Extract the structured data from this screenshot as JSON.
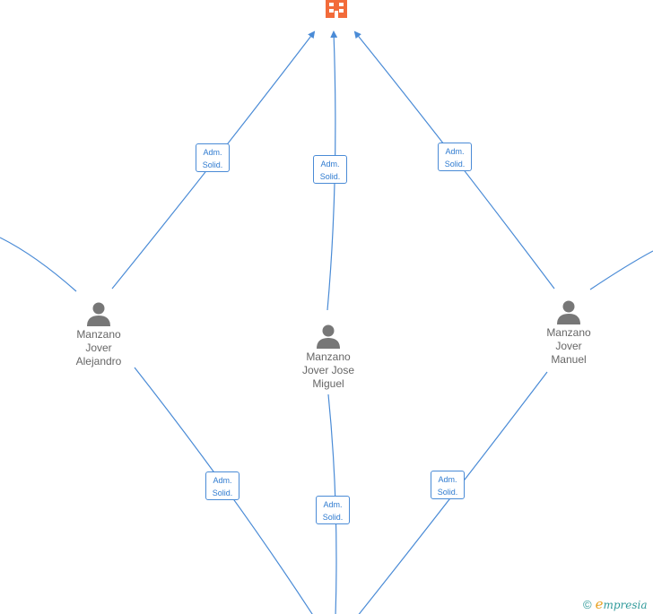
{
  "company": {
    "icon": "building-icon",
    "color": "#f26b3a"
  },
  "persons": [
    {
      "id": "alejandro",
      "name_lines": [
        "Manzano",
        "Jover",
        "Alejandro"
      ]
    },
    {
      "id": "jose-miguel",
      "name_lines": [
        "Manzano",
        "Jover Jose",
        "Miguel"
      ]
    },
    {
      "id": "manuel",
      "name_lines": [
        "Manzano",
        "Jover",
        "Manuel"
      ]
    }
  ],
  "relations": [
    {
      "label_lines": [
        "Adm.",
        "Solid."
      ]
    },
    {
      "label_lines": [
        "Adm.",
        "Solid."
      ]
    },
    {
      "label_lines": [
        "Adm.",
        "Solid."
      ]
    },
    {
      "label_lines": [
        "Adm.",
        "Solid."
      ]
    },
    {
      "label_lines": [
        "Adm.",
        "Solid."
      ]
    },
    {
      "label_lines": [
        "Adm.",
        "Solid."
      ]
    }
  ],
  "footer": {
    "copyright_symbol": "©",
    "brand_initial": "e",
    "brand_rest": "mpresia"
  },
  "colors": {
    "edge": "#4a8bd6",
    "person_icon": "#777777",
    "label_text": "#2f7bd0",
    "brand": "#2f9a9a",
    "brand_accent": "#e8a020"
  }
}
